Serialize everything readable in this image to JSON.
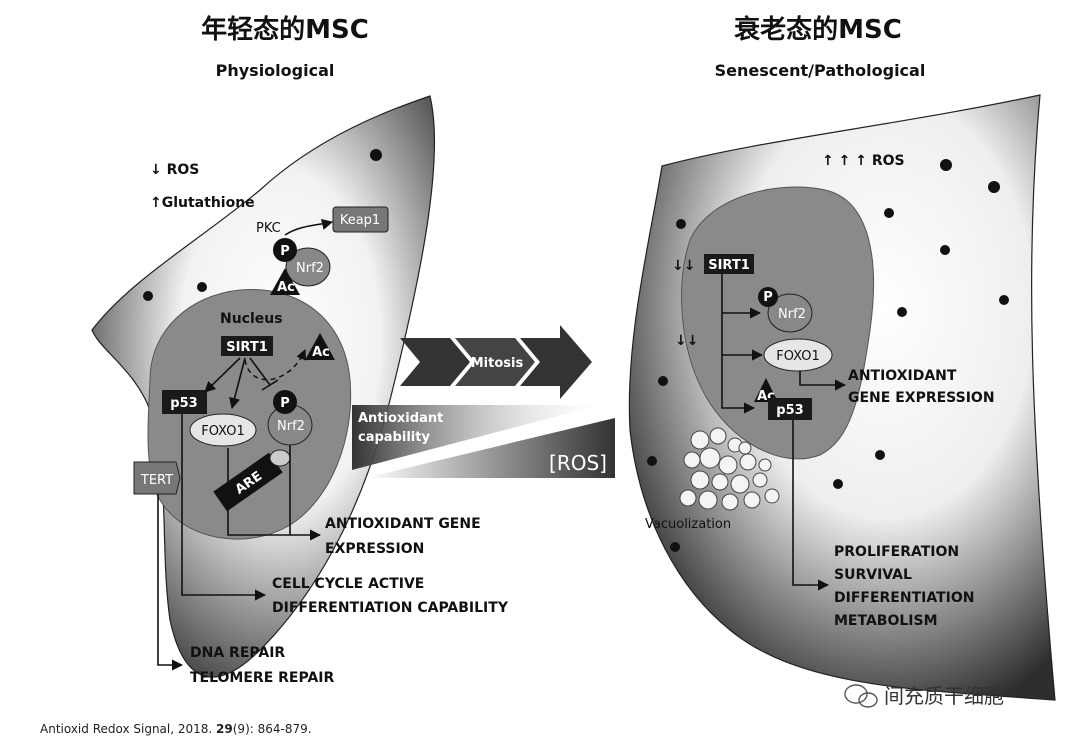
{
  "left": {
    "title": "年轻态的MSC",
    "subtitle": "Physiological",
    "ros": "↓ ROS",
    "glutathione": "↑Glutathione",
    "pkc": "PKC",
    "keap1": "Keap1",
    "p": "P",
    "nrf2": "Nrf2",
    "ac": "Ac",
    "nucleus": "Nucleus",
    "sirt1": "SIRT1",
    "p53": "p53",
    "foxo1": "FOXO1",
    "are": "ARE",
    "tert": "TERT",
    "outputs": {
      "antioxidant": [
        "ANTIOXIDANT GENE",
        "EXPRESSION"
      ],
      "cell_cycle": [
        "CELL CYCLE ACTIVE",
        "DIFFERENTIATION CAPABILITY"
      ],
      "dna": [
        "DNA REPAIR",
        "TELOMERE  REPAIR"
      ]
    }
  },
  "middle": {
    "mitosis": "Mitosis",
    "antioxidant_capability": [
      "Antioxidant",
      "capability"
    ],
    "ros_bracket": "[ROS]"
  },
  "right": {
    "title": "衰老态的MSC",
    "subtitle": "Senescent/Pathological",
    "ros": "↑ ↑ ↑ ROS",
    "sirt1_arrows": "↓↓",
    "sirt1": "SIRT1",
    "down_arrows": "↓↓",
    "p": "P",
    "nrf2": "Nrf2",
    "foxo1": "FOXO1",
    "ac": "Ac",
    "p53": "p53",
    "vacuolization": "Vacuolization",
    "antioxidant": [
      "ANTIOXIDANT",
      "GENE EXPRESSION"
    ],
    "outputs": [
      "PROLIFERATION",
      "SURVIVAL",
      "DIFFERENTIATION",
      "METABOLISM"
    ]
  },
  "citation": {
    "prefix": "Antioxid Redox Signal, 2018. ",
    "volume": "29",
    "suffix": "(9): 864-879."
  },
  "watermark": "间充质干细胞",
  "watermark_icon": "wechat-icon",
  "colors": {
    "dark_box": "#1a1a1a",
    "nucleus_gray": "#8a8a8a",
    "cell_dark": "#555555"
  }
}
